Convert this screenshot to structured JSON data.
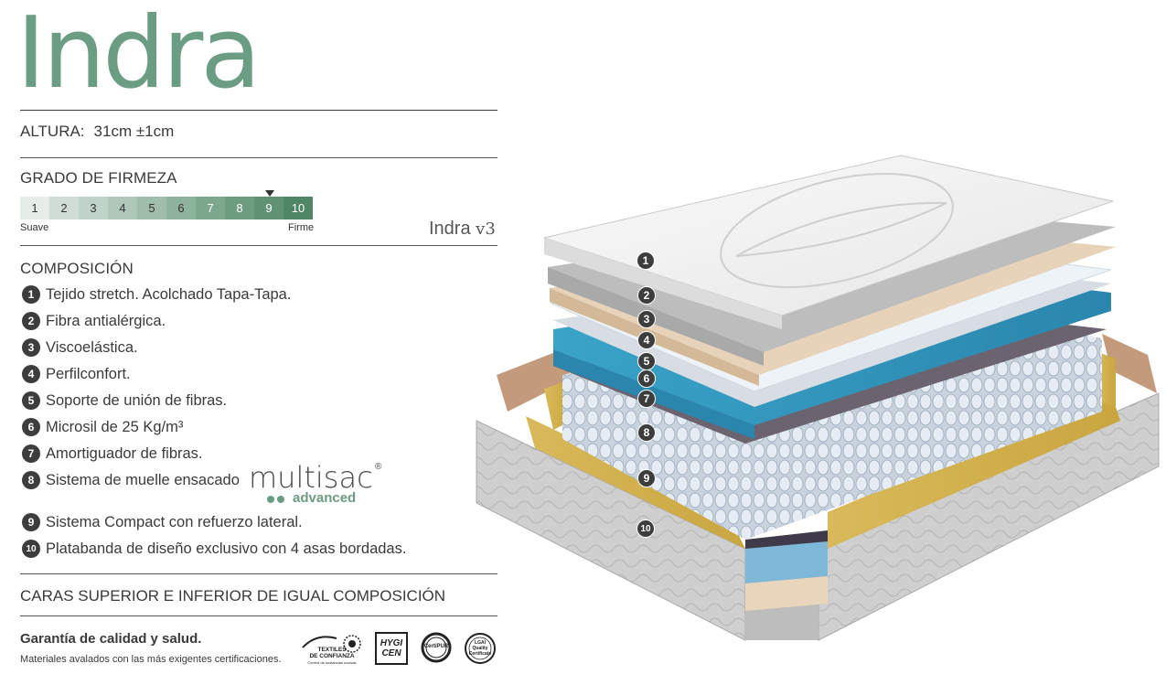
{
  "title": "Indra",
  "altura": {
    "label": "ALTURA:",
    "value": "31cm ±1cm"
  },
  "firmeza": {
    "label": "GRADO DE FIRMEZA",
    "levels": [
      "1",
      "2",
      "3",
      "4",
      "5",
      "6",
      "7",
      "8",
      "9",
      "10"
    ],
    "selected": 9,
    "soft_label": "Suave",
    "firm_label": "Firme",
    "colors": [
      "#e6ede9",
      "#cfddd5",
      "#c0d3c8",
      "#b0c8ba",
      "#9fbdaa",
      "#8db39c",
      "#7ea88d",
      "#6e9c7f",
      "#5f9172",
      "#4f8665"
    ]
  },
  "version": {
    "name": "Indra",
    "v": "v3"
  },
  "composicion": {
    "label": "COMPOSICIÓN",
    "items": [
      {
        "num": "1",
        "text": "Tejido stretch. Acolchado Tapa-Tapa."
      },
      {
        "num": "2",
        "text": "Fibra antialérgica."
      },
      {
        "num": "3",
        "text": "Viscoelástica."
      },
      {
        "num": "4",
        "text": "Perfilconfort."
      },
      {
        "num": "5",
        "text": "Soporte de unión de fibras."
      },
      {
        "num": "6",
        "text": "Microsil de 25 Kg/m³"
      },
      {
        "num": "7",
        "text": "Amortiguador de fibras."
      },
      {
        "num": "8",
        "text": "Sistema de muelle ensacado"
      },
      {
        "num": "9",
        "text": "Sistema Compact con refuerzo lateral."
      },
      {
        "num": "10",
        "text": "Platabanda de diseño exclusivo con 4 asas bordadas."
      }
    ]
  },
  "multisac": {
    "name": "multisac",
    "reg": "®",
    "sub": "advanced"
  },
  "caras": "CARAS SUPERIOR E INFERIOR DE IGUAL COMPOSICIÓN",
  "garantia": "Garantía de calidad y salud.",
  "materiales": "Materiales avalados con las más exigentes certificaciones.",
  "certs": {
    "textiles_line1": "TEXTILES",
    "textiles_line2": "DE CONFIANZA",
    "textiles_line3": "Control de sustancias nocivas",
    "hygicen_line1": "HYGI",
    "hygicen_line2": "CEN",
    "certipur": "CertiPUR",
    "lgai_line1": "LGAI",
    "lgai_line2": "Quality",
    "lgai_line3": "Certificate"
  },
  "layer_badges": [
    "1",
    "2",
    "3",
    "4",
    "5",
    "6",
    "7",
    "8",
    "9",
    "10"
  ],
  "accent_color": "#6b9c84",
  "badge_color": "#3d3d3d"
}
